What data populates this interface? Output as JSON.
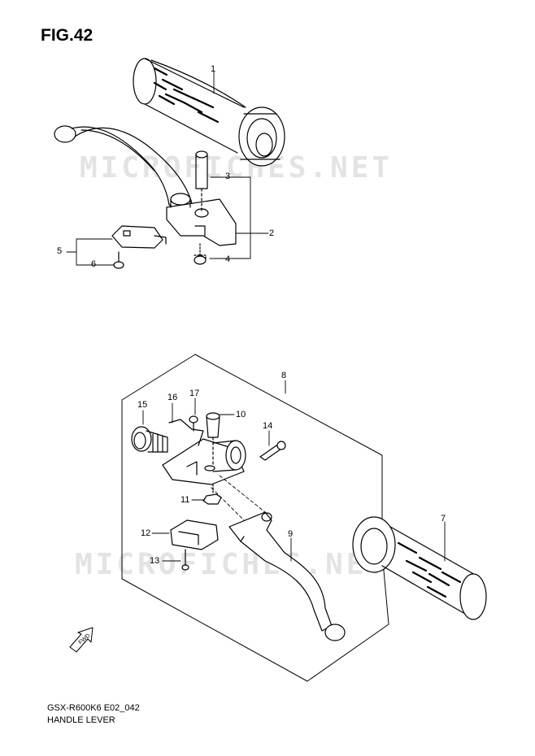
{
  "figure": {
    "title": "FIG.42",
    "watermark": "MICROFICHES.NET",
    "footer_code": "GSX-R600K6 E02_042",
    "footer_title": "HANDLE LEVER",
    "fwd_label": "FWD"
  },
  "callouts": {
    "c1": "1",
    "c2": "2",
    "c3": "3",
    "c4": "4",
    "c5": "5",
    "c6": "6",
    "c7": "7",
    "c8": "8",
    "c9": "9",
    "c10": "10",
    "c11": "11",
    "c12": "12",
    "c13": "13",
    "c14": "14",
    "c15": "15",
    "c16": "16",
    "c17": "17"
  },
  "colors": {
    "line": "#000000",
    "watermark": "#e3e3e3",
    "background": "#ffffff"
  }
}
